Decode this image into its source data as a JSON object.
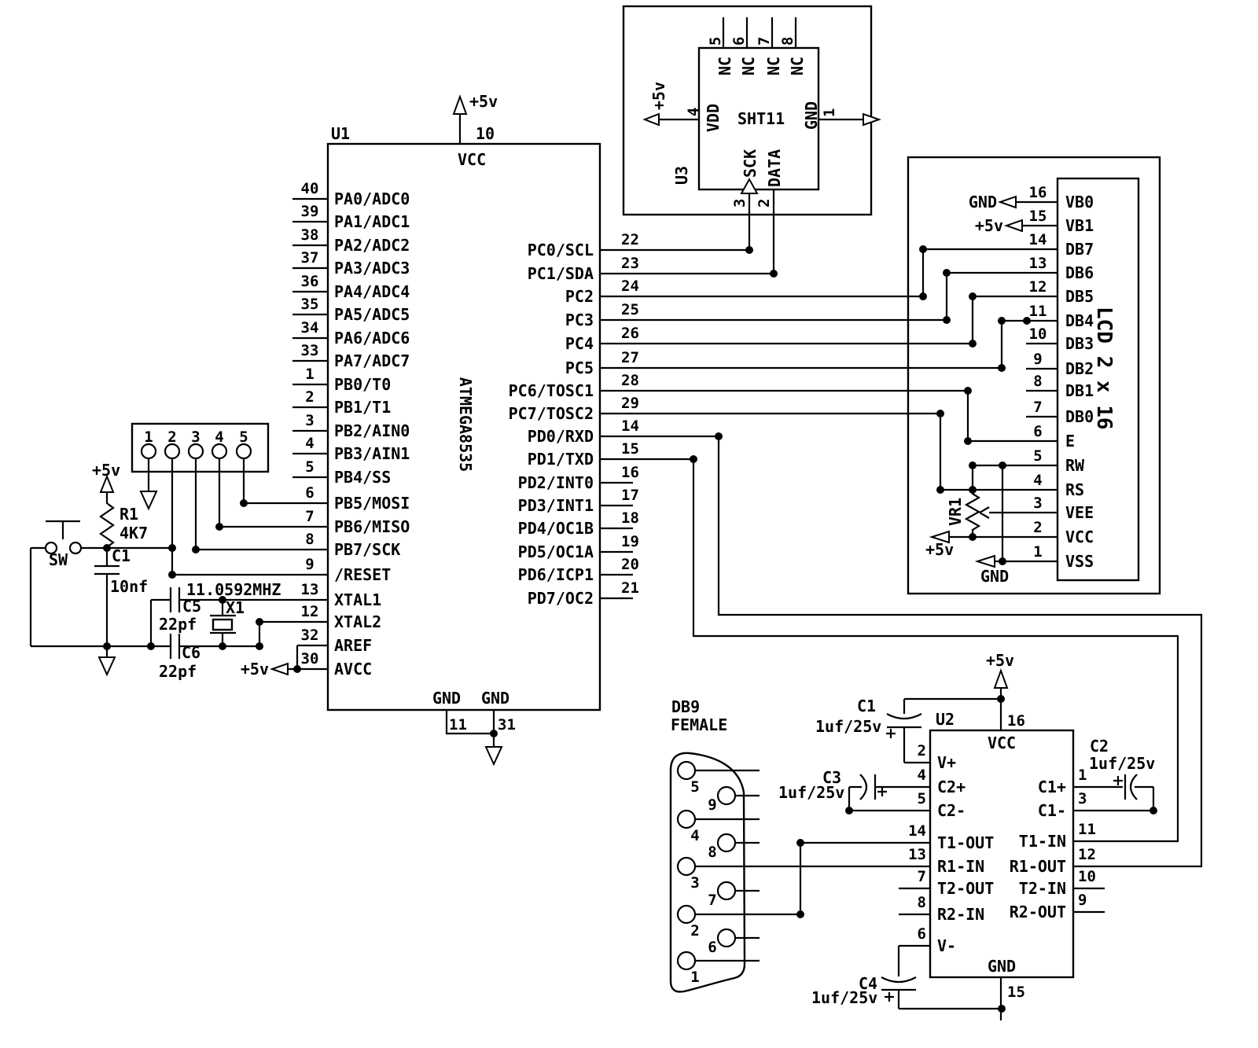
{
  "colors": {
    "ink": "#000000",
    "bg": "#ffffff"
  },
  "power": {
    "plus5": "+5v",
    "gnd": "GND"
  },
  "u1": {
    "ref": "U1",
    "part": "ATMEGA8535",
    "top_pin": {
      "num": "10",
      "name": "VCC"
    },
    "left_pins": [
      {
        "num": "40",
        "name": "PA0/ADC0"
      },
      {
        "num": "39",
        "name": "PA1/ADC1"
      },
      {
        "num": "38",
        "name": "PA2/ADC2"
      },
      {
        "num": "37",
        "name": "PA3/ADC3"
      },
      {
        "num": "36",
        "name": "PA4/ADC4"
      },
      {
        "num": "35",
        "name": "PA5/ADC5"
      },
      {
        "num": "34",
        "name": "PA6/ADC6"
      },
      {
        "num": "33",
        "name": "PA7/ADC7"
      },
      {
        "num": "1",
        "name": "PB0/T0"
      },
      {
        "num": "2",
        "name": "PB1/T1"
      },
      {
        "num": "3",
        "name": "PB2/AIN0"
      },
      {
        "num": "4",
        "name": "PB3/AIN1"
      },
      {
        "num": "5",
        "name": "PB4/SS"
      },
      {
        "num": "6",
        "name": "PB5/MOSI"
      },
      {
        "num": "7",
        "name": "PB6/MISO"
      },
      {
        "num": "8",
        "name": "PB7/SCK"
      },
      {
        "num": "9",
        "name": "/RESET"
      },
      {
        "num": "13",
        "name": "XTAL1"
      },
      {
        "num": "12",
        "name": "XTAL2"
      },
      {
        "num": "32",
        "name": "AREF"
      },
      {
        "num": "30",
        "name": "AVCC"
      }
    ],
    "right_pins": [
      {
        "num": "22",
        "name": "PC0/SCL"
      },
      {
        "num": "23",
        "name": "PC1/SDA"
      },
      {
        "num": "24",
        "name": "PC2"
      },
      {
        "num": "25",
        "name": "PC3"
      },
      {
        "num": "26",
        "name": "PC4"
      },
      {
        "num": "27",
        "name": "PC5"
      },
      {
        "num": "28",
        "name": "PC6/TOSC1"
      },
      {
        "num": "29",
        "name": "PC7/TOSC2"
      },
      {
        "num": "14",
        "name": "PD0/RXD"
      },
      {
        "num": "15",
        "name": "PD1/TXD"
      },
      {
        "num": "16",
        "name": "PD2/INT0"
      },
      {
        "num": "17",
        "name": "PD3/INT1"
      },
      {
        "num": "18",
        "name": "PD4/OC1B"
      },
      {
        "num": "19",
        "name": "PD5/OC1A"
      },
      {
        "num": "20",
        "name": "PD6/ICP1"
      },
      {
        "num": "21",
        "name": "PD7/OC2"
      }
    ],
    "bottom_pins": [
      {
        "num": "11",
        "name": "GND"
      },
      {
        "num": "31",
        "name": "GND"
      }
    ]
  },
  "isp": {
    "pins": [
      "1",
      "2",
      "3",
      "4",
      "5"
    ]
  },
  "reset_circuit": {
    "r_ref": "R1",
    "r_val": "4K7",
    "sw": "SW",
    "c_ref": "C1",
    "c_val": "10nf"
  },
  "xtal": {
    "ref": "X1",
    "freq": "11.0592MHZ",
    "c5_ref": "C5",
    "c5_val": "22pf",
    "c6_ref": "C6",
    "c6_val": "22pf"
  },
  "sht11": {
    "ref": "U3",
    "part": "SHT11",
    "nc_name": "NC",
    "nc_nums": [
      "5",
      "6",
      "7",
      "8"
    ],
    "vdd": {
      "num": "4",
      "name": "VDD"
    },
    "gnd": {
      "num": "1",
      "name": "GND"
    },
    "sck": {
      "num": "3",
      "name": "SCK"
    },
    "data": {
      "num": "2",
      "name": "DATA"
    }
  },
  "lcd": {
    "title": "LCD 2 x 16",
    "pins": [
      {
        "num": "16",
        "name": "VB0"
      },
      {
        "num": "15",
        "name": "VB1"
      },
      {
        "num": "14",
        "name": "DB7"
      },
      {
        "num": "13",
        "name": "DB6"
      },
      {
        "num": "12",
        "name": "DB5"
      },
      {
        "num": "11",
        "name": "DB4"
      },
      {
        "num": "10",
        "name": "DB3"
      },
      {
        "num": "9",
        "name": "DB2"
      },
      {
        "num": "8",
        "name": "DB1"
      },
      {
        "num": "7",
        "name": "DB0"
      },
      {
        "num": "6",
        "name": "E"
      },
      {
        "num": "5",
        "name": "RW"
      },
      {
        "num": "4",
        "name": "RS"
      },
      {
        "num": "3",
        "name": "VEE"
      },
      {
        "num": "2",
        "name": "VCC"
      },
      {
        "num": "1",
        "name": "VSS"
      }
    ]
  },
  "vr1": {
    "ref": "VR1"
  },
  "u2": {
    "ref": "U2",
    "top_pin": {
      "num": "16",
      "name": "VCC"
    },
    "bottom_pin": {
      "num": "15",
      "name": "GND"
    },
    "left_pins": [
      {
        "num": "2",
        "name": "V+"
      },
      {
        "num": "4",
        "name": "C2+"
      },
      {
        "num": "5",
        "name": "C2-"
      },
      {
        "num": "14",
        "name": "T1-OUT"
      },
      {
        "num": "13",
        "name": "R1-IN"
      },
      {
        "num": "7",
        "name": "T2-OUT"
      },
      {
        "num": "8",
        "name": "R2-IN"
      },
      {
        "num": "6",
        "name": "V-"
      }
    ],
    "right_pins": [
      {
        "num": "1",
        "name": "C1+"
      },
      {
        "num": "3",
        "name": "C1-"
      },
      {
        "num": "11",
        "name": "T1-IN"
      },
      {
        "num": "12",
        "name": "R1-OUT"
      },
      {
        "num": "10",
        "name": "T2-IN"
      },
      {
        "num": "9",
        "name": "R2-OUT"
      }
    ]
  },
  "db9": {
    "line1": "DB9",
    "line2": "FEMALE",
    "left_nums": [
      "5",
      "4",
      "3",
      "2",
      "1"
    ],
    "right_nums": [
      "9",
      "8",
      "7",
      "6"
    ]
  },
  "caps": {
    "c1": {
      "ref": "C1",
      "val": "1uf/25v"
    },
    "c2": {
      "ref": "C2",
      "val": "1uf/25v"
    },
    "c3": {
      "ref": "C3",
      "val": "1uf/25v"
    },
    "c4": {
      "ref": "C4",
      "val": "1uf/25v"
    }
  }
}
